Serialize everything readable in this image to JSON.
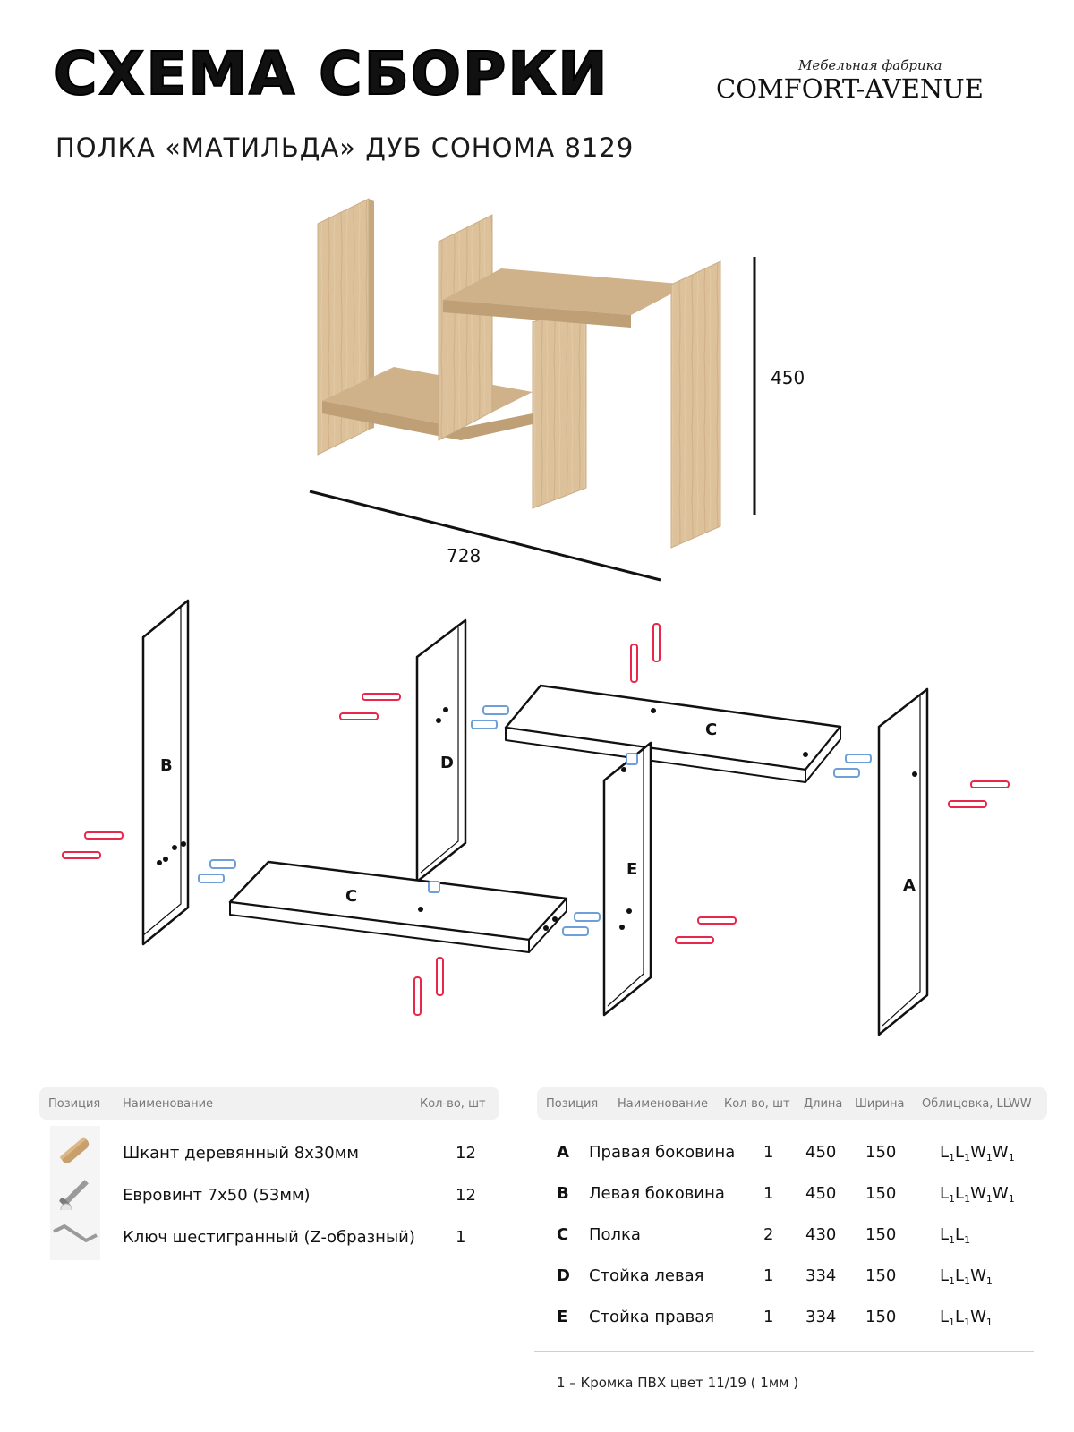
{
  "header": {
    "title": "СХЕМА СБОРКИ",
    "subtitle": "ПОЛКА «МАТИЛЬДА» ДУБ СОНОМА 8129"
  },
  "brand": {
    "tagline": "Мебельная фабрика",
    "name": "COMFORT-AVENUE"
  },
  "dimensions": {
    "height": "450",
    "width": "728"
  },
  "parts_labels": [
    "A",
    "B",
    "C",
    "C",
    "D",
    "E"
  ],
  "colors": {
    "wood": "#d8bd96",
    "dowel": "#e8274a",
    "screw": "#6f9fd8"
  },
  "hardware_table": {
    "headers": {
      "position": "Позиция",
      "name": "Наименование",
      "qty": "Кол-во, шт"
    },
    "rows": [
      {
        "icon": "dowel-icon",
        "name": "Шкант деревянный 8х30мм",
        "qty": "12"
      },
      {
        "icon": "screw-icon",
        "name": "Евровинт 7х50 (53мм)",
        "qty": "12"
      },
      {
        "icon": "hex-key-icon",
        "name": "Ключ шестигранный (Z-образный)",
        "qty": "1"
      }
    ]
  },
  "parts_table": {
    "headers": {
      "position": "Позиция",
      "name": "Наименование",
      "qty": "Кол-во, шт",
      "length": "Длина",
      "width": "Ширина",
      "edging": "Облицовка, LLWW"
    },
    "rows": [
      {
        "pos": "A",
        "name": "Правая боковина",
        "qty": "1",
        "length": "450",
        "width": "150",
        "edging": "L1L1W1W1"
      },
      {
        "pos": "B",
        "name": "Левая боковина",
        "qty": "1",
        "length": "450",
        "width": "150",
        "edging": "L1L1W1W1"
      },
      {
        "pos": "C",
        "name": "Полка",
        "qty": "2",
        "length": "430",
        "width": "150",
        "edging": "L1L1"
      },
      {
        "pos": "D",
        "name": "Стойка левая",
        "qty": "1",
        "length": "334",
        "width": "150",
        "edging": "L1L1W1"
      },
      {
        "pos": "E",
        "name": "Стойка правая",
        "qty": "1",
        "length": "334",
        "width": "150",
        "edging": "L1L1W1"
      }
    ],
    "footnote": "1 – Кромка ПВХ цвет 11/19 ( 1мм )"
  }
}
